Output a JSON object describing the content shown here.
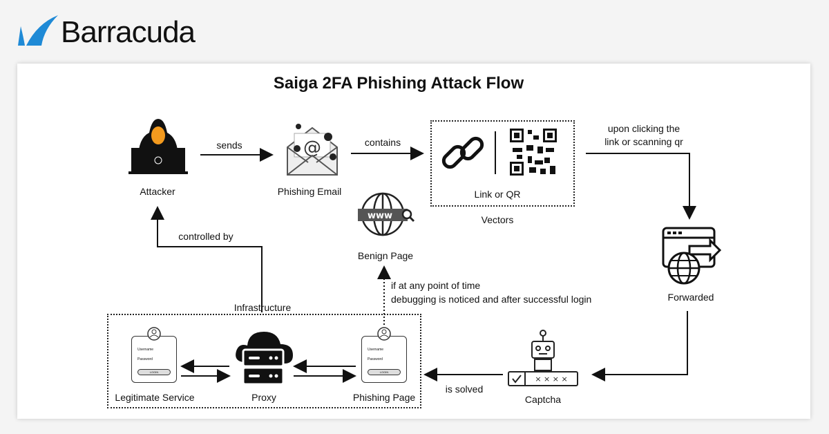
{
  "brand": {
    "name": "Barracuda",
    "color": "#1f8ad6"
  },
  "title": "Saiga 2FA Phishing Attack Flow",
  "nodes": {
    "attacker": "Attacker",
    "phishing_email": "Phishing Email",
    "link_or_qr": "Link or QR",
    "vectors": "Vectors",
    "forwarded": "Forwarded",
    "captcha": "Captcha",
    "benign_page": "Benign Page",
    "infrastructure": "Infrastructure",
    "legitimate_service": "Legitimate Service",
    "proxy": "Proxy",
    "phishing_page": "Phishing Page"
  },
  "edges": {
    "sends": "sends",
    "contains": "contains",
    "upon_clicking_1": "upon clicking the",
    "upon_clicking_2": "link or scanning qr",
    "is_solved": "is solved",
    "controlled_by": "controlled by",
    "debug_1": "if at any point of time",
    "debug_2": "debugging  is noticed and after successful login"
  },
  "login_card": {
    "username": "Username",
    "password": "Password",
    "button": "LOGIN"
  },
  "icons": [
    "hacker-icon",
    "envelope-icon",
    "link-icon",
    "qr-code-icon",
    "browser-forward-icon",
    "robot-captcha-icon",
    "www-globe-icon",
    "cloud-server-icon",
    "login-form-icon"
  ],
  "colors": {
    "attacker_face": "#f39a1e",
    "line": "#111111"
  }
}
